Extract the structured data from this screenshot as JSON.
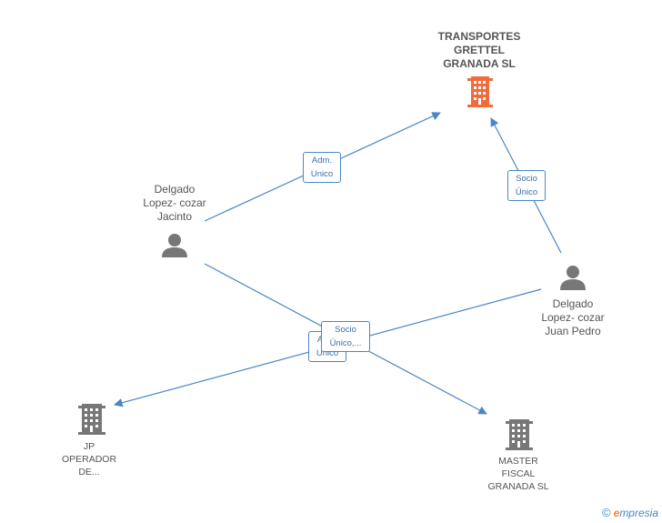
{
  "nodes": {
    "main_company": {
      "label": "TRANSPORTES\nGRETTEL\nGRANADA SL",
      "color": "#f26b3a"
    },
    "person_jacinto": {
      "label": "Delgado\nLopez- cozar\nJacinto"
    },
    "person_juan_pedro": {
      "label": "Delgado\nLopez- cozar\nJuan Pedro"
    },
    "company_jp": {
      "label": "JP\nOPERADOR\nDE..."
    },
    "company_master": {
      "label": "MASTER\nFISCAL\nGRANADA SL"
    }
  },
  "edges": {
    "jacinto_main": {
      "label": "Adm.\nUnico"
    },
    "juanpedro_main": {
      "label": "Socio\nÚnico"
    },
    "to_jp": {
      "label": "Adm.\nUnico"
    },
    "to_master": {
      "label": "Socio\nÚnico,..."
    }
  },
  "colors": {
    "edge": "#4a86c8",
    "person": "#777777",
    "company": "#777777",
    "main": "#f26b3a"
  },
  "footer": {
    "copyright": "©",
    "brand_initial": "e",
    "brand_rest": "mpresia"
  }
}
